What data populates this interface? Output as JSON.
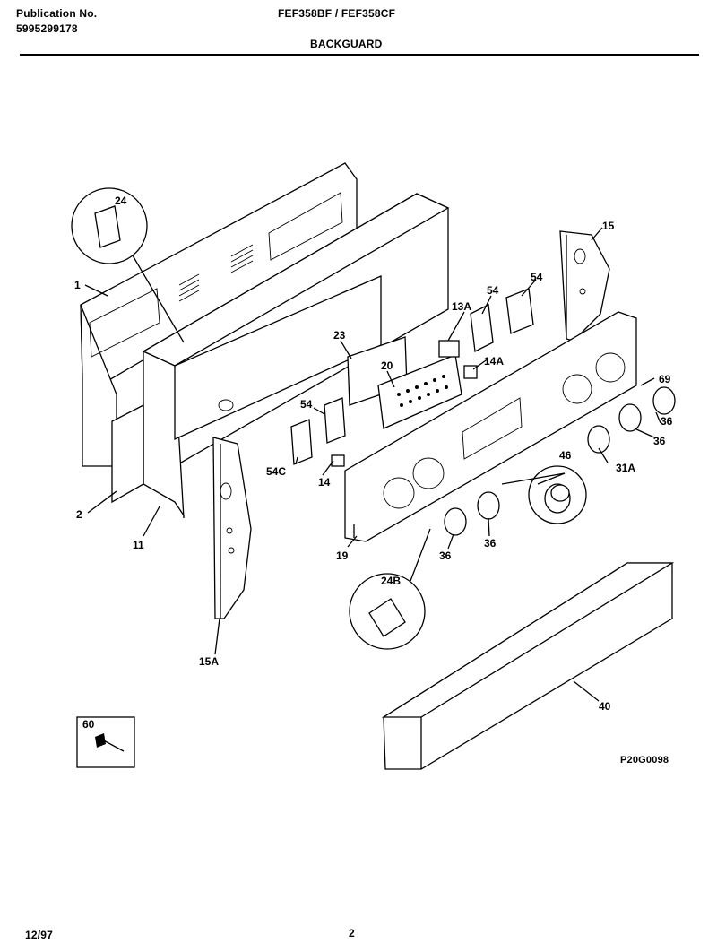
{
  "header": {
    "publication_label": "Publication No.",
    "publication_number": "5995299178",
    "models": "FEF358BF / FEF358CF",
    "section_title": "BACKGUARD"
  },
  "footer": {
    "date": "12/97",
    "page": "2",
    "drawing_code": "P20G0098"
  },
  "part_labels": {
    "p1": "1",
    "p2": "2",
    "p11": "11",
    "p14": "14",
    "p14a": "14A",
    "p13a": "13A",
    "p15": "15",
    "p15a": "15A",
    "p19": "19",
    "p20": "20",
    "p23": "23",
    "p24": "24",
    "p24b": "24B",
    "p31a": "31A",
    "p36a": "36",
    "p36b": "36",
    "p36c": "36",
    "p36d": "36",
    "p40": "40",
    "p46": "46",
    "p54a": "54",
    "p54b": "54",
    "p54c": "54",
    "p54cc": "54C",
    "p60": "60",
    "p69": "69"
  }
}
